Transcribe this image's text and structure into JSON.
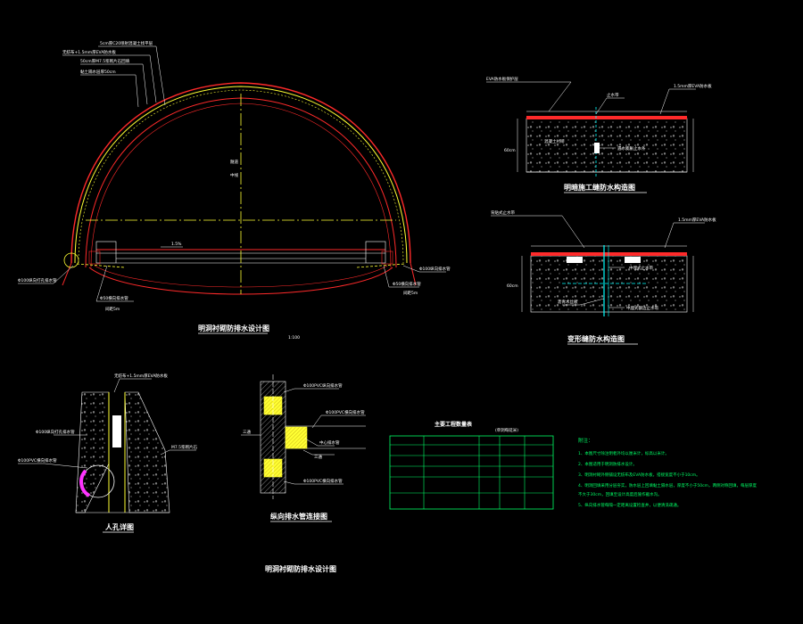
{
  "titles": {
    "main_section": "明洞衬砌防排水设计图",
    "main_scale": "1:100",
    "joint_upper": "明暗施工缝防水构造图",
    "joint_lower": "变形缝防水构造图",
    "manhole": "人孔详图",
    "wall_joint": "纵向排水管连接图",
    "sheet": "明洞衬砌防排水设计图",
    "table": "主要工程数量表",
    "table_unit": "(单洞每延米)"
  },
  "labels": {
    "main_1": "5cm厚C20喷射混凝土找平层",
    "main_2": "无纺布+1.5mm厚EVA防水板",
    "main_3": "50cm厚M7.5浆砌片石回填",
    "main_4": "黏土隔水层厚50cm",
    "center_1": "隧道",
    "center_2": "中线",
    "slope": "1.5%",
    "left_foot_1": "Φ100纵向打孔排水管",
    "left_foot_2": "Φ50横向排水管",
    "left_foot_3": "间距5m",
    "right_foot_1": "Φ100纵向排水管",
    "right_foot_2": "Φ50横向排水管",
    "right_foot_3": "间距5m",
    "upper_1": "EVA防水板保护层",
    "upper_2": "止水带",
    "upper_3": "1.5mm厚EVA防水板",
    "upper_4": "遇水膨胀止水条",
    "upper_5": "混凝土衬砌",
    "upper_dim": "60cm",
    "lower_1": "背贴式止水带",
    "lower_2": "1.5mm厚EVA防水板",
    "lower_3": "中埋式止水带",
    "lower_4": "沥青木丝板",
    "lower_5": "中埋式钢边止水带",
    "lower_dim": "60cm",
    "manhole_1": "无纺布+1.5mm厚EVA防水板",
    "manhole_2": "Φ100纵向打孔排水管",
    "manhole_3": "Φ100PVC横向排水管",
    "manhole_4": "M7.5浆砌片石",
    "wall_1": "Φ100PVC纵向排水管",
    "wall_2": "Φ100PVC横向排水管",
    "wall_3": "三通",
    "wall_4": "中心排水管",
    "wall_5": "三通",
    "wall_6": "Φ100PVC横向排水管"
  },
  "notes": {
    "title": "附注：",
    "lines": [
      "1、本图尺寸除注明者外均以厘米计，标高以米计。",
      "2、本图适用于明洞防排水设计。",
      "3、明洞衬砌外侧铺设无纺布及EVA防水板，搭接宽度不小于10cm。",
      "4、明洞回填采用分层夯实，防水层上回填黏土隔水层，厚度不小于50cm，两侧对称回填，每层厚度",
      "   不大于30cm，回填至设计高度后施作截水沟。",
      "5、纵向排水管每隔一定距离设置检查井，以便清洗疏通。"
    ]
  },
  "colors": {
    "red": "#ff2a2a",
    "yellow": "#ffff33",
    "white": "#ffffff",
    "green": "#00ff66",
    "cyan": "#00ffff",
    "magenta": "#ff33ff"
  }
}
